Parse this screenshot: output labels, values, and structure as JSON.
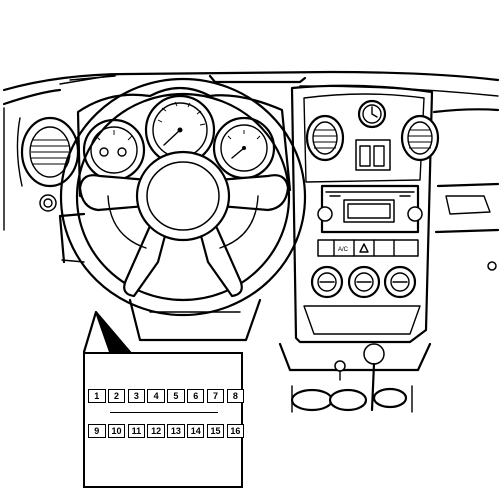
{
  "diagram": {
    "subject": "dashboard-with-diagnostic-connector-location",
    "connector": {
      "top_row_pins": [
        "1",
        "2",
        "3",
        "4",
        "5",
        "6",
        "7",
        "8"
      ],
      "bottom_row_pins": [
        "9",
        "10",
        "11",
        "12",
        "13",
        "14",
        "15",
        "16"
      ]
    },
    "radio_buttons": {
      "left_label": "A/C"
    }
  }
}
